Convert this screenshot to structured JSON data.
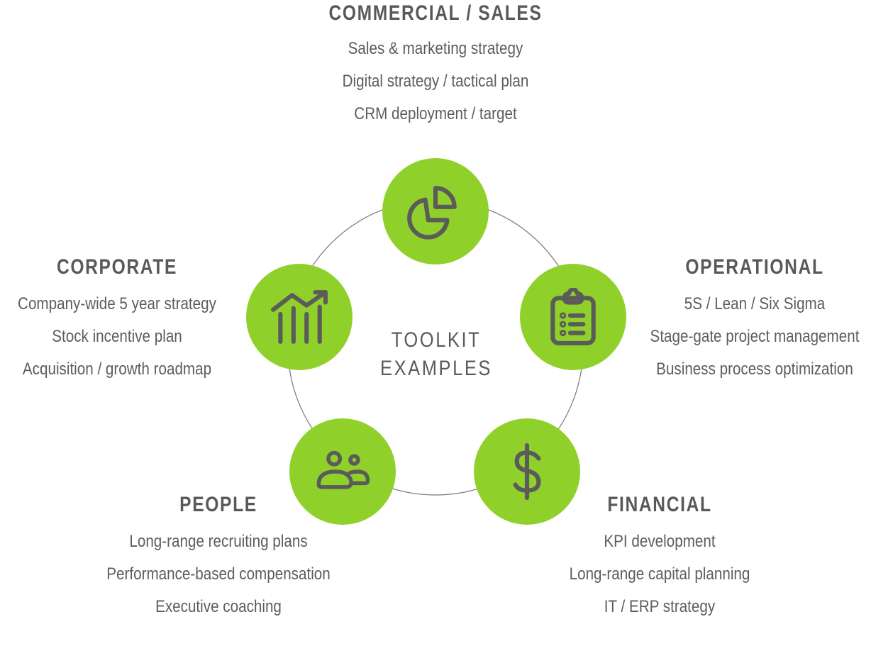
{
  "center": {
    "line1": "TOOLKIT",
    "line2": "EXAMPLES"
  },
  "colors": {
    "accent": "#8fd12a",
    "icon": "#5b5b5b",
    "text": "#5b5b5b"
  },
  "categories": [
    {
      "id": "commercial",
      "heading": "COMMERCIAL / SALES",
      "icon": "pie-chart-icon",
      "items": [
        "Sales & marketing strategy",
        "Digital strategy / tactical plan",
        "CRM deployment / target"
      ]
    },
    {
      "id": "operational",
      "heading": "OPERATIONAL",
      "icon": "clipboard-list-icon",
      "items": [
        "5S / Lean / Six Sigma",
        "Stage-gate project management",
        "Business process optimization"
      ]
    },
    {
      "id": "financial",
      "heading": "FINANCIAL",
      "icon": "dollar-icon",
      "items": [
        "KPI development",
        "Long-range capital planning",
        "IT / ERP strategy"
      ]
    },
    {
      "id": "people",
      "heading": "PEOPLE",
      "icon": "users-icon",
      "items": [
        "Long-range recruiting plans",
        "Performance-based compensation",
        "Executive coaching"
      ]
    },
    {
      "id": "corporate",
      "heading": "CORPORATE",
      "icon": "growth-chart-icon",
      "items": [
        "Company-wide 5 year strategy",
        "Stock incentive plan",
        "Acquisition / growth roadmap"
      ]
    }
  ]
}
